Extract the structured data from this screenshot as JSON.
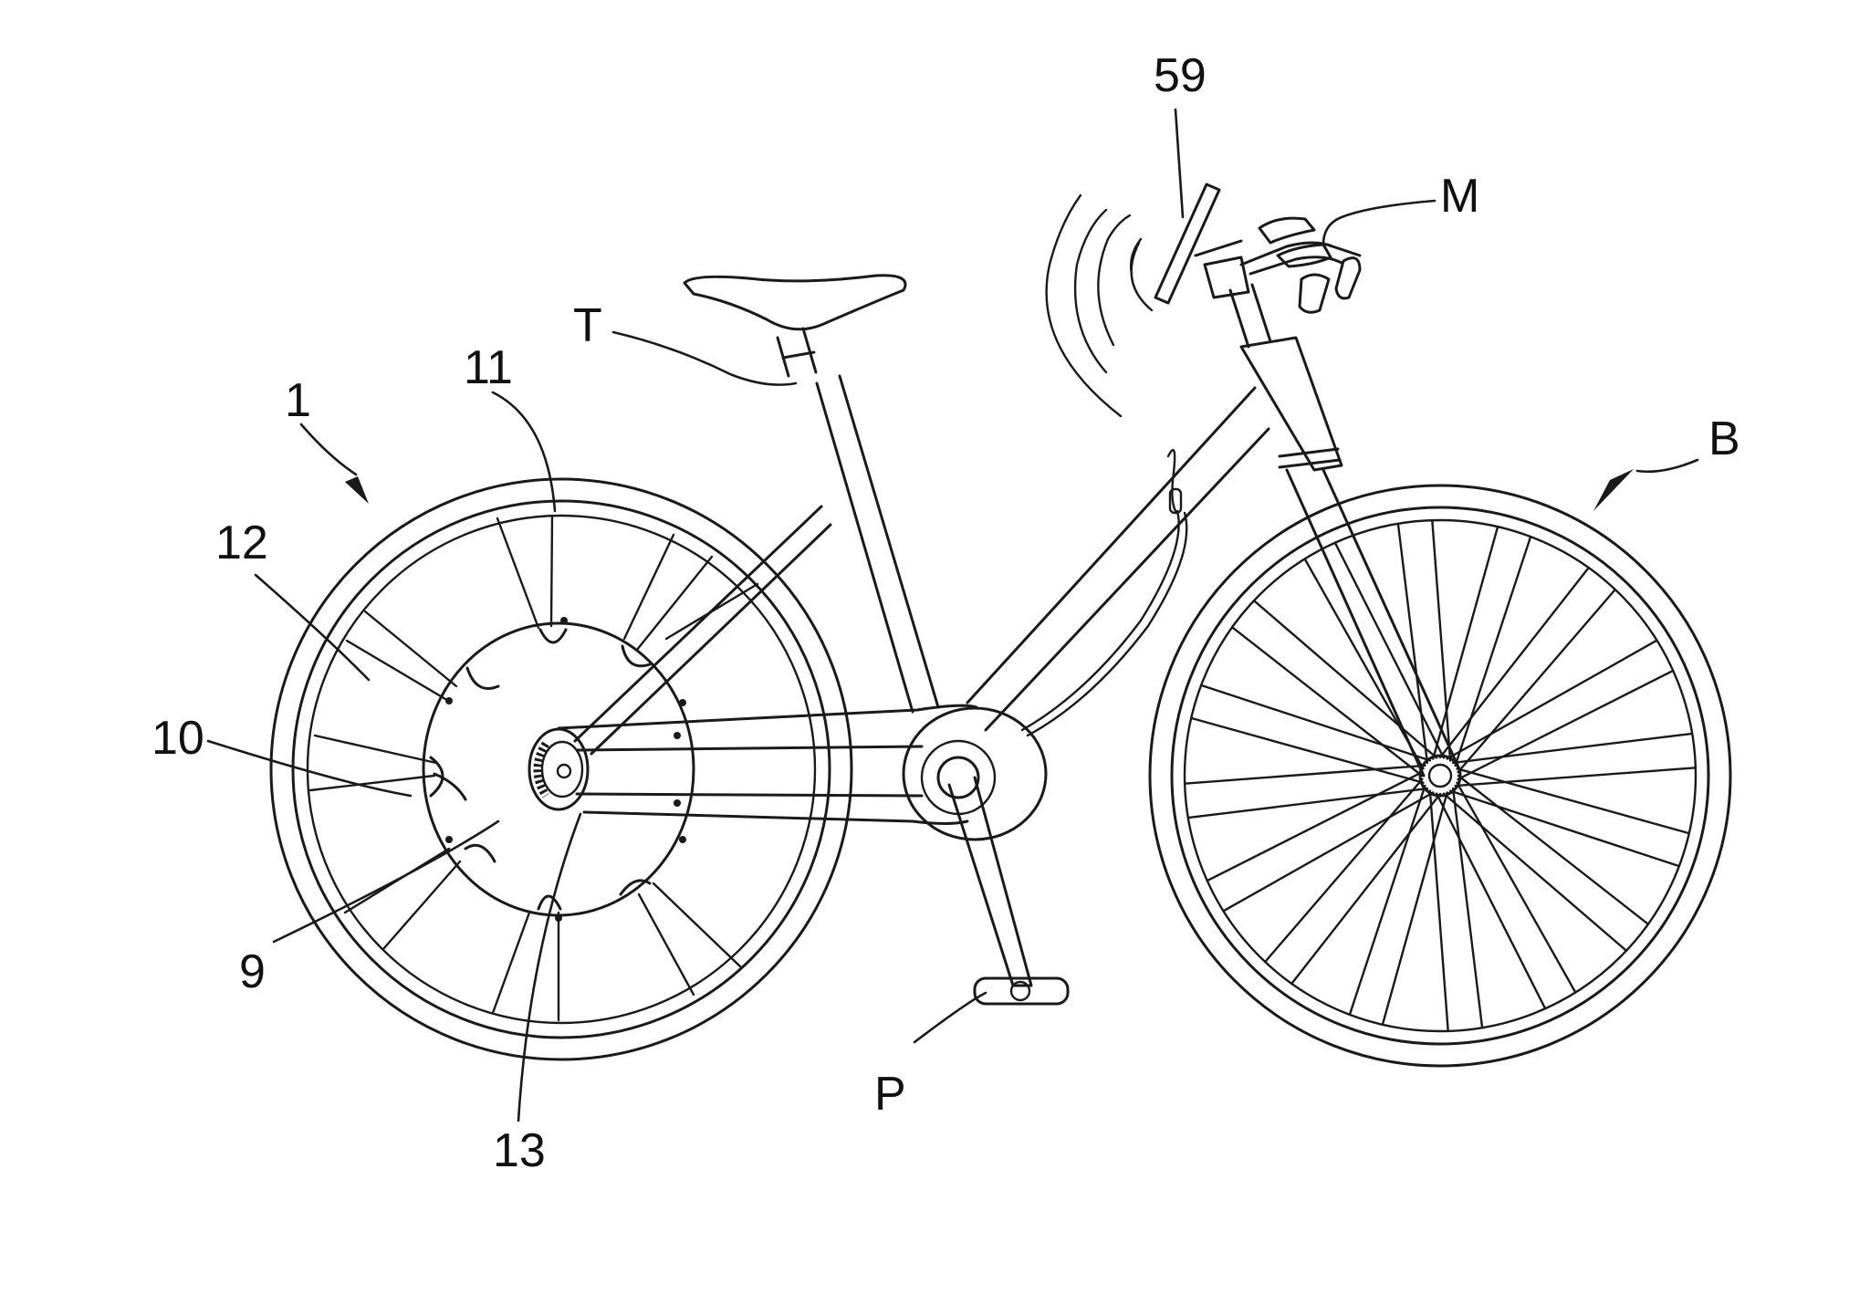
{
  "figure": {
    "labels": {
      "ref_1": "1",
      "ref_9": "9",
      "ref_10": "10",
      "ref_11": "11",
      "ref_12": "12",
      "ref_13": "13",
      "ref_59": "59",
      "ref_B": "B",
      "ref_M": "M",
      "ref_P": "P",
      "ref_T": "T"
    }
  }
}
